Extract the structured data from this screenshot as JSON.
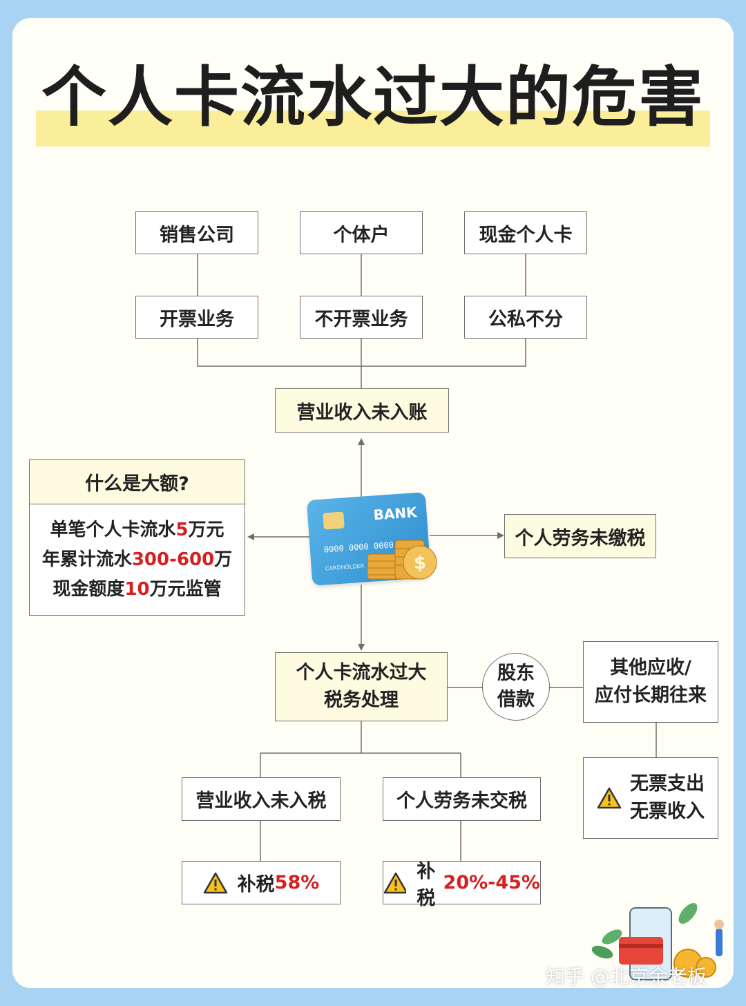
{
  "title": "个人卡流水过大的危害",
  "top_row": [
    "销售公司",
    "个体户",
    "现金个人卡"
  ],
  "second_row": [
    "开票业务",
    "不开票业务",
    "公私不分"
  ],
  "center_top": "营业收入未入账",
  "large_amount": {
    "header": "什么是大额?",
    "line1": {
      "pre": "单笔个人卡流水",
      "num": "5",
      "post": "万元"
    },
    "line2": {
      "pre": "年累计流水",
      "num": "300-600",
      "post": "万"
    },
    "line3": {
      "pre": "现金额度",
      "num": "10",
      "post": "万元监管"
    }
  },
  "right_mid": "个人劳务未缴税",
  "bank_card": {
    "brand": "BANK",
    "number": "0000 0000 0000 00",
    "holder": "CARDHOLDER",
    "coin_symbol": "$"
  },
  "center_bottom": {
    "line1": "个人卡流水过大",
    "line2": "税务处理"
  },
  "circle": {
    "line1": "股东",
    "line2": "借款"
  },
  "right_box": {
    "line1": "其他应收/",
    "line2": "应付长期往来"
  },
  "right_warn": {
    "line1": "无票支出",
    "line2": "无票收入"
  },
  "bottom_left": "营业收入未入税",
  "bottom_right": "个人劳务未交税",
  "tax_left": {
    "label": "补税",
    "value": "58%"
  },
  "tax_right": {
    "label": "补税",
    "value": "20%-45%"
  },
  "watermark": "知乎 @北京余老板",
  "colors": {
    "accent_red": "#d42020",
    "highlight_yellow": "#fbee9a",
    "frame_blue": "#a9d3f2",
    "warning_yellow": "#f7c21a"
  },
  "icons": [
    "warning-icon",
    "bank-card-icon",
    "coin-stack-icon",
    "phone-illustration-icon"
  ]
}
